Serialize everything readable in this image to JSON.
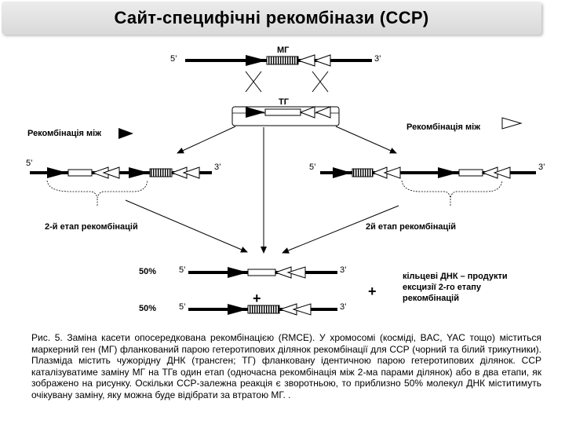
{
  "title": "Сайт-специфічні рекомбінази (ССР)",
  "labels": {
    "prime5": "5’",
    "prime3": "3’",
    "mg": "МГ",
    "tg": "ТГ",
    "recomb_left": "Рекомбінація між",
    "recomb_right": "Рекомбінація між",
    "stage_left": "2-й етап рекомбінацій",
    "stage_right": "2й етап рекомбінацій",
    "pct_top": "50%",
    "pct_bottom": "50%",
    "plus": "+",
    "circular_line1": "кільцеві ДНК – продукти",
    "circular_line2": "ексцизії 2-го етапу",
    "circular_line3": "рекомбінацій"
  },
  "caption": "Рис. 5. Заміна касети опосередкована рекомбінацією (RMCE). У хромосомі (космідi, BAC, YAC тощо) міститься маркерний ген (МГ) фланкований парою гетеротипових ділянок рекомбінації для ССР (чорний та білий трикутники). Плазміда містить чужорідну ДНК (трансген; ТГ) фланковану ідентичною парою гетеротипових ділянок. ССР каталізуватиме заміну МГ на ТГв один етап (одночасна рекомбінація між 2-ма парами ділянок) або в два етапи, як зображено на рисунку. Оскільки ССР-залежна реакція є зворотньою, то приблизно 50% молекул ДНК міститимуть очікувану заміну, яку можна буде відібрати за втратою МГ. ."
}
